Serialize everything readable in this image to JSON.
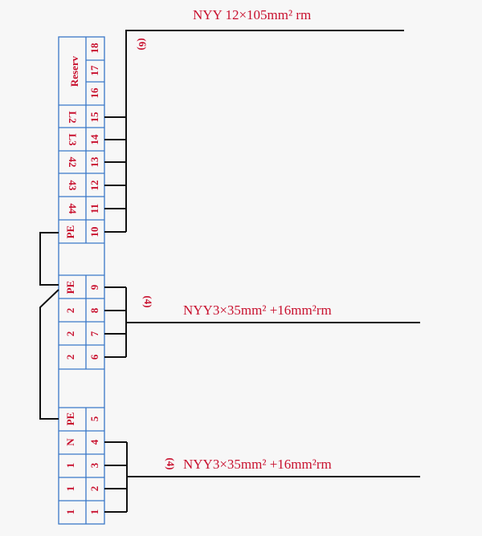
{
  "colors": {
    "text": "#c8102e",
    "frame": "#3a78c8",
    "wire": "#111111"
  },
  "cables": {
    "top": {
      "label": "NYY 12×105mm² rm",
      "count": "(6)"
    },
    "middle": {
      "label": "NYY3×35mm² +16mm²rm",
      "count": "(4)"
    },
    "bottom": {
      "label": "NYY3×35mm² +16mm²rm",
      "count": "(4)"
    }
  },
  "terminals": [
    {
      "number": "18",
      "mark": ""
    },
    {
      "number": "17",
      "mark": ""
    },
    {
      "number": "16",
      "mark": ""
    },
    {
      "number": "15",
      "mark": "L2"
    },
    {
      "number": "14",
      "mark": "L3"
    },
    {
      "number": "13",
      "mark": "42"
    },
    {
      "number": "12",
      "mark": "43"
    },
    {
      "number": "11",
      "mark": "44"
    },
    {
      "number": "10",
      "mark": "PE"
    },
    {
      "number": "9",
      "mark": "PE"
    },
    {
      "number": "8",
      "mark": "2"
    },
    {
      "number": "7",
      "mark": "2"
    },
    {
      "number": "6",
      "mark": "2"
    },
    {
      "number": "5",
      "mark": "PE"
    },
    {
      "number": "4",
      "mark": "N"
    },
    {
      "number": "3",
      "mark": "1"
    },
    {
      "number": "2",
      "mark": "1"
    },
    {
      "number": "1",
      "mark": "1"
    }
  ],
  "reserve_label": "Reserv"
}
